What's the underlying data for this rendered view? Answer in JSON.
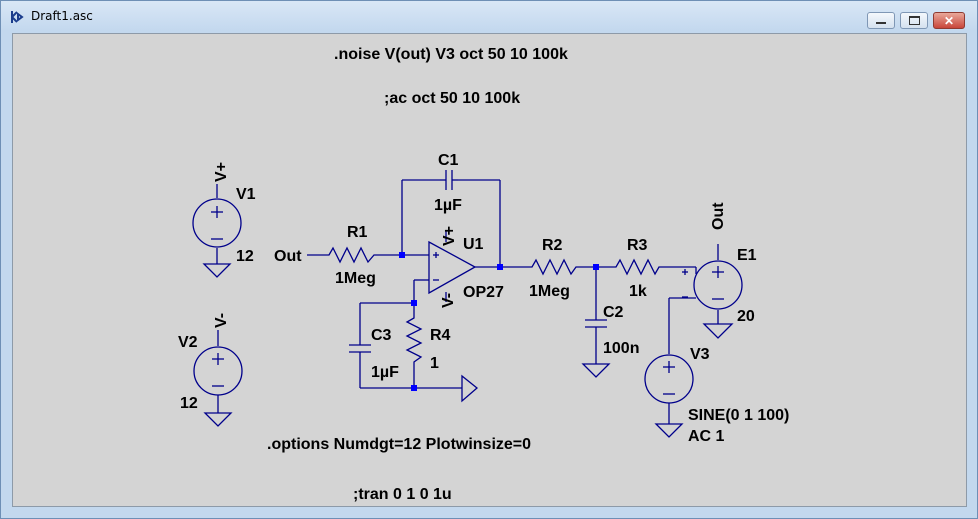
{
  "window": {
    "title": "Draft1.asc"
  },
  "directives": {
    "noise": ".noise V(out) V3 oct 50 10 100k",
    "ac": ";ac oct 50 10 100k",
    "options": ".options Numdgt=12 Plotwinsize=0",
    "tran": ";tran 0 1 0 1u"
  },
  "components": {
    "v1": {
      "name": "V1",
      "value": "12",
      "net": "V+"
    },
    "v2": {
      "name": "V2",
      "value": "12",
      "net": "V-"
    },
    "c1": {
      "name": "C1",
      "value": "1µF"
    },
    "r1": {
      "name": "R1",
      "value": "1Meg"
    },
    "u1": {
      "name": "U1",
      "model": "OP27",
      "vplus": "V+",
      "vminus": "V-"
    },
    "r2": {
      "name": "R2",
      "value": "1Meg"
    },
    "r3": {
      "name": "R3",
      "value": "1k"
    },
    "c2": {
      "name": "C2",
      "value": "100n"
    },
    "c3": {
      "name": "C3",
      "value": "1µF"
    },
    "r4": {
      "name": "R4",
      "value": "1"
    },
    "e1": {
      "name": "E1",
      "value": "20",
      "net": "Out"
    },
    "v3": {
      "name": "V3",
      "value1": "SINE(0 1 100)",
      "value2": "AC 1"
    }
  },
  "nets": {
    "in_label": "Out"
  },
  "colors": {
    "wire": "#00008b",
    "component": "#000080",
    "junction": "#0000ff",
    "canvas": "#d4d4d4"
  }
}
